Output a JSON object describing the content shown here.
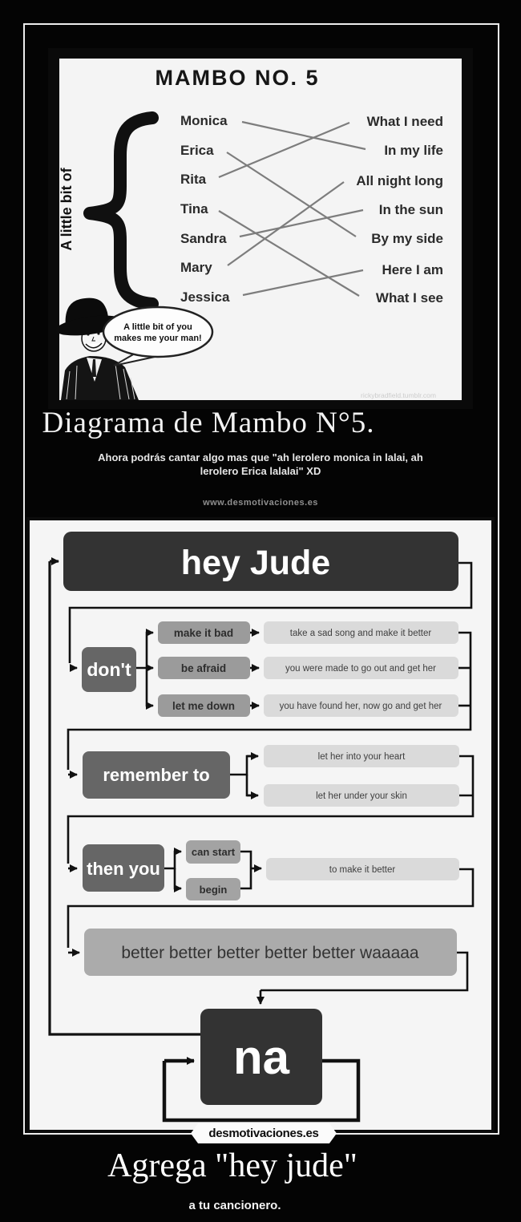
{
  "top_poster": {
    "image": {
      "title": "MAMBO NO. 5",
      "brace_label": "A little bit of",
      "names": [
        "Monica",
        "Erica",
        "Rita",
        "Tina",
        "Sandra",
        "Mary",
        "Jessica"
      ],
      "phrases": [
        "What I need",
        "In my life",
        "All night long",
        "In the sun",
        "By my side",
        "Here I am",
        "What I see"
      ],
      "connections": [
        [
          "Monica",
          "In my life"
        ],
        [
          "Erica",
          "By my side"
        ],
        [
          "Rita",
          "What I need"
        ],
        [
          "Tina",
          "What I see"
        ],
        [
          "Sandra",
          "In the sun"
        ],
        [
          "Mary",
          "All night long"
        ],
        [
          "Jessica",
          "Here I am"
        ]
      ],
      "speech_bubble_line1": "A little bit of you",
      "speech_bubble_line2": "makes me your man!",
      "watermark": "rickybradfield.tumblr.com"
    },
    "caption": {
      "title": "Diagrama de Mambo N°5.",
      "subtitle_line1": "Ahora podrás cantar algo mas que \"ah lerolero monica in lalai, ah",
      "subtitle_line2": "lerolero Erica lalalai\" XD",
      "site": "www.desmotivaciones.es"
    }
  },
  "bottom_poster": {
    "flow": {
      "start": "hey Jude",
      "dont": {
        "label": "don't",
        "branches": [
          {
            "label": "make it bad",
            "result": "take a sad song and make it better"
          },
          {
            "label": "be afraid",
            "result": "you were made to go out and get her"
          },
          {
            "label": "let me down",
            "result": "you have found her, now go and get her"
          }
        ]
      },
      "remember": {
        "label": "remember to",
        "results": [
          "let her into your heart",
          "let her under your skin"
        ]
      },
      "then_you": {
        "label": "then you",
        "options": [
          "can start",
          "begin"
        ],
        "result": "to make it better"
      },
      "better": "better better better better better waaaaa",
      "na": "na"
    },
    "logo": "desmotivaciones.es",
    "caption": {
      "title": "Agrega \"hey jude\"",
      "subtitle": "a tu cancionero."
    }
  },
  "colors": {
    "background": "#040404",
    "panel_white": "#f4f4f4",
    "box_darkest": "#333333",
    "box_dark": "#666666",
    "box_medium": "#9b9b9b",
    "box_light": "#dadada",
    "box_better": "#ababab",
    "line": "#111111"
  }
}
